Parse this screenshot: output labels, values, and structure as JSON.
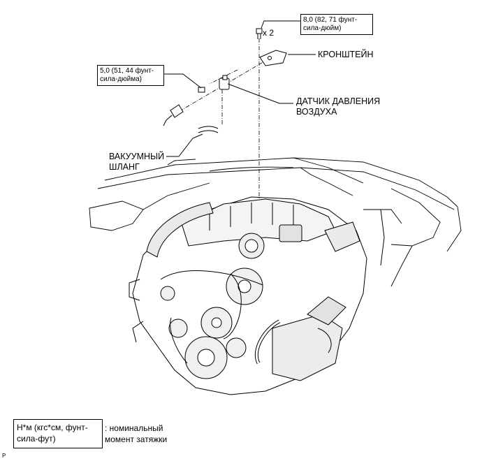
{
  "callouts": {
    "bracket_torque": [
      "8,0 (82, 71 фунт-",
      "сила-дюйм)"
    ],
    "bolt_qty": "x 2",
    "sensor_torque": [
      "5,0 (51, 44 фунт-",
      "сила-дюйма)"
    ],
    "bracket": "КРОНШТЕЙН",
    "pressure_sensor": [
      "ДАТЧИК ДАВЛЕНИЯ",
      "ВОЗДУХА"
    ],
    "vacuum_hose": [
      "ВАКУУМНЫЙ",
      "ШЛАНГ"
    ]
  },
  "legend": {
    "box": [
      "Н*м (кгс*см, фунт-",
      "сила-фут)"
    ],
    "description": [
      ": номинальный",
      "момент затяжки"
    ]
  },
  "figure_code": "P"
}
